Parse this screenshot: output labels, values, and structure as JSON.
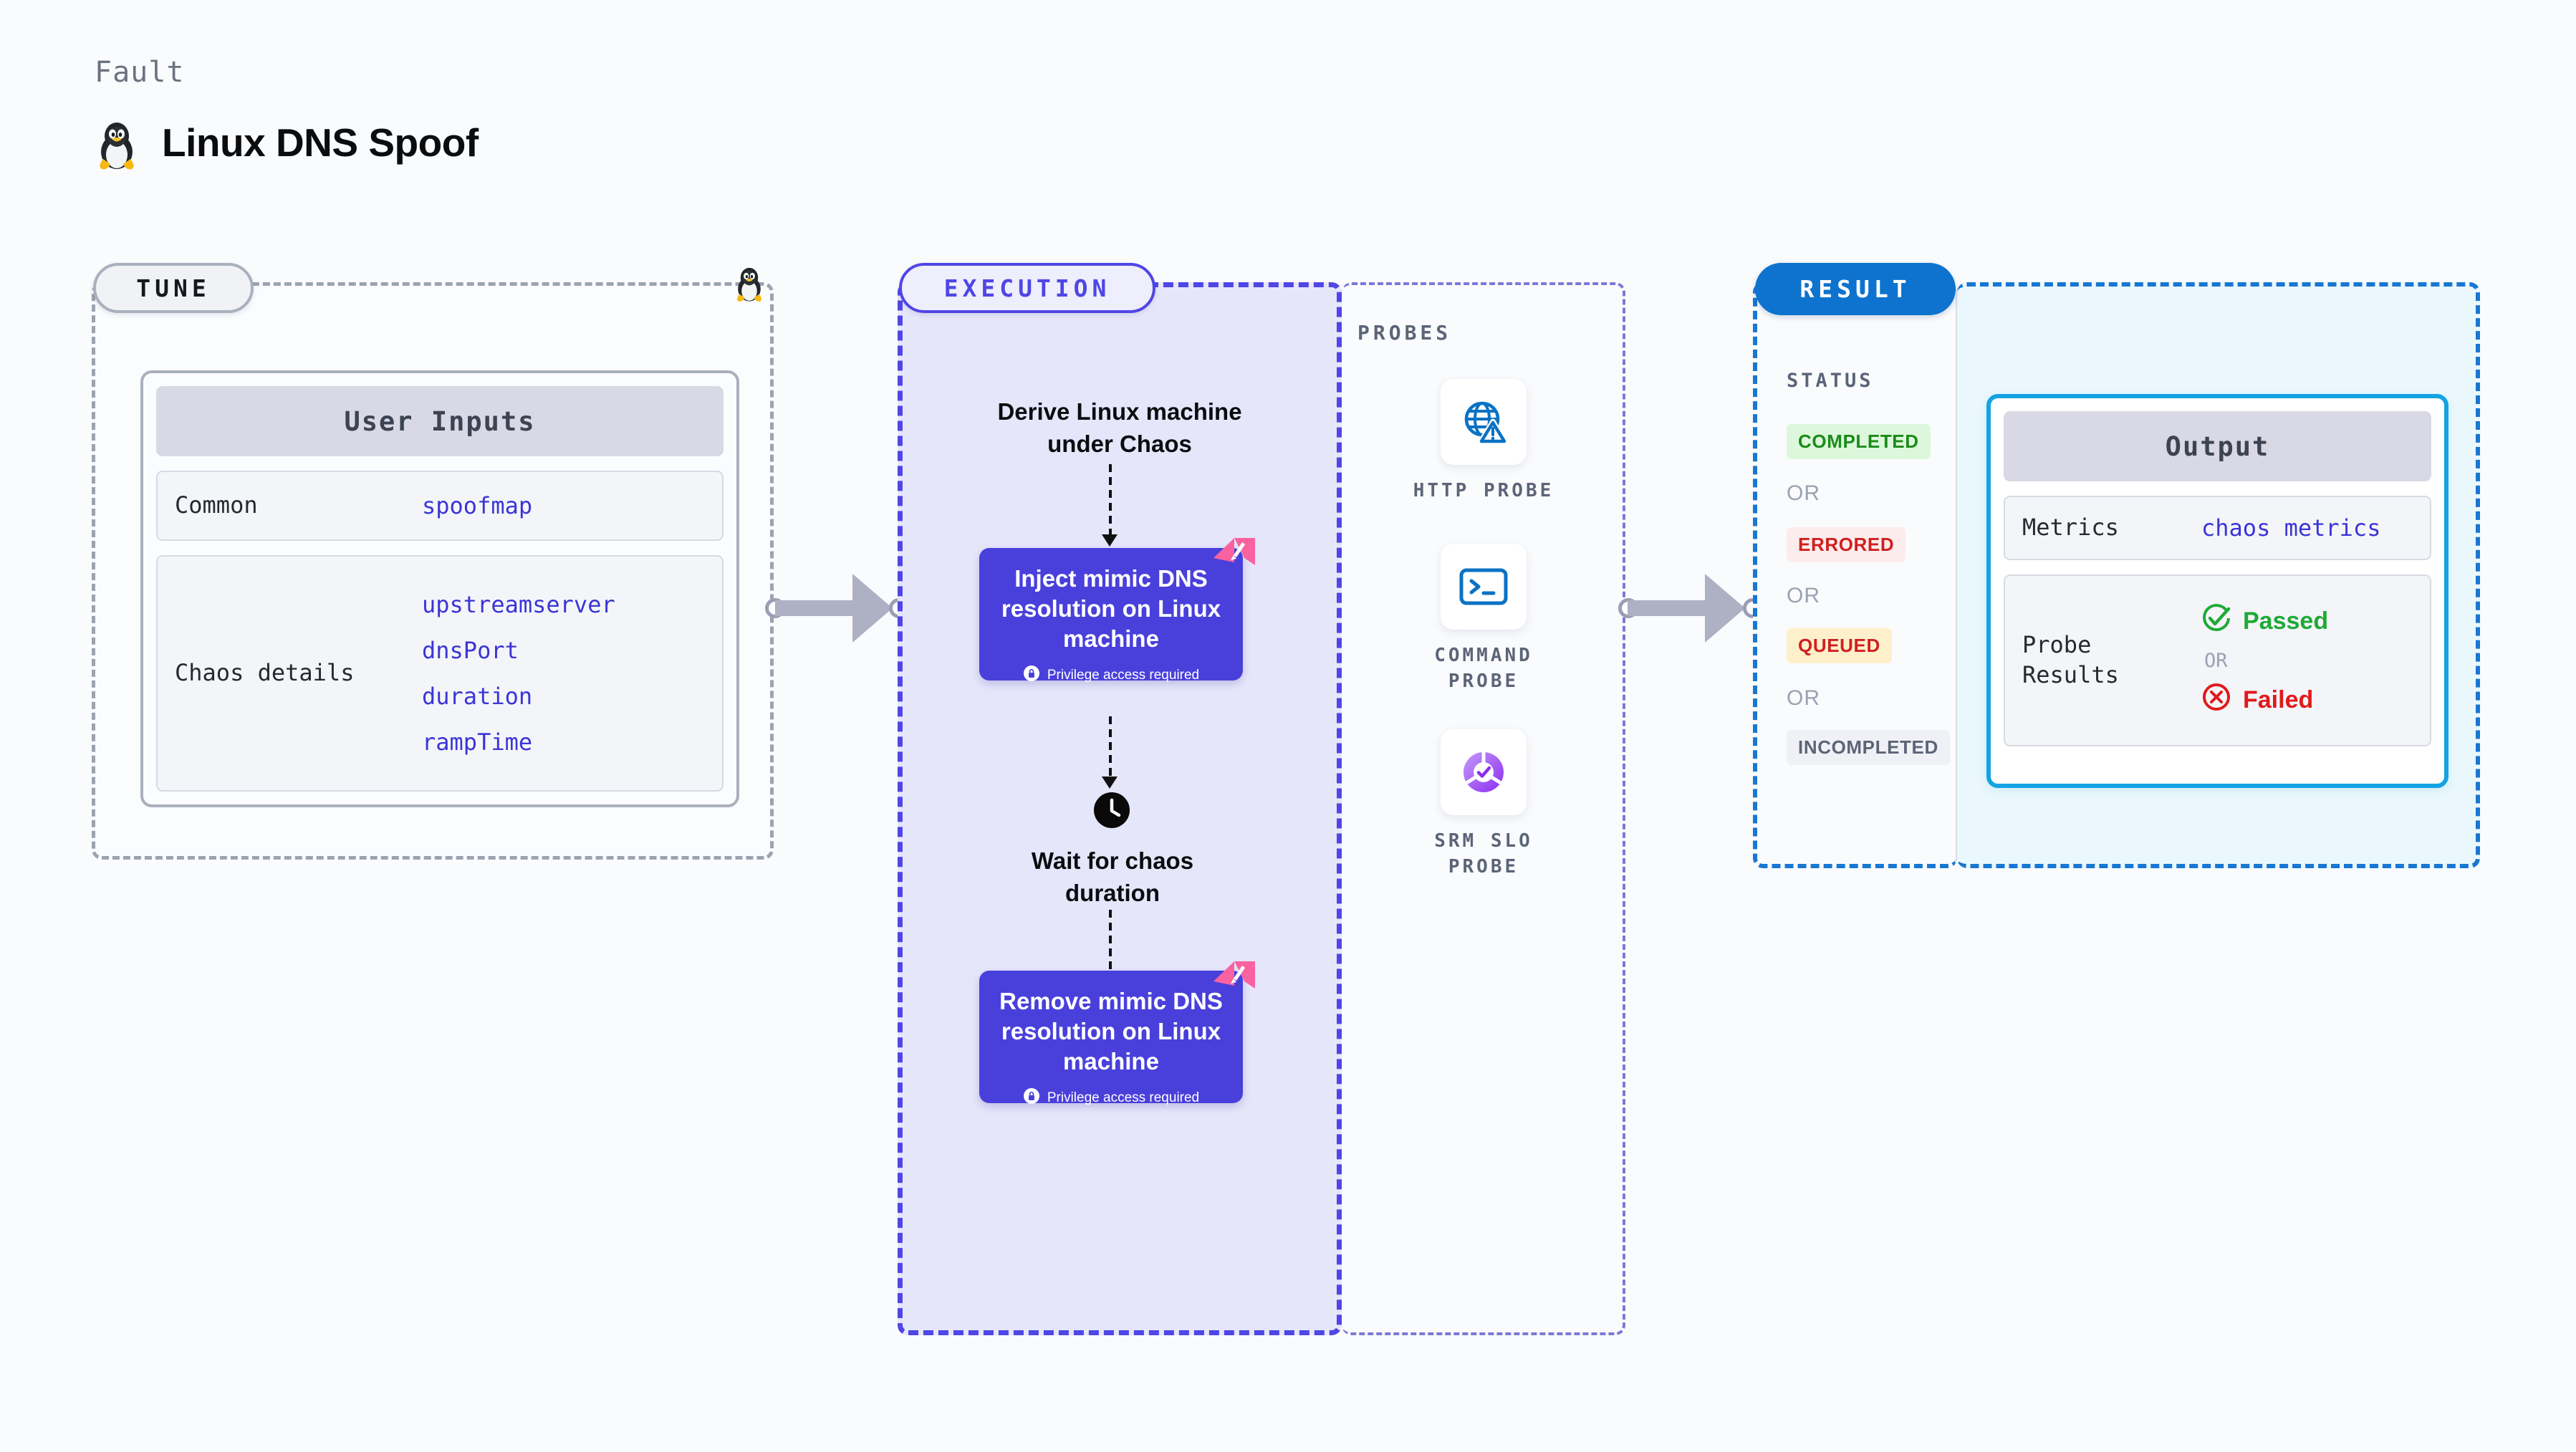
{
  "header": {
    "eyebrow": "Fault",
    "title": "Linux DNS Spoof",
    "icon": "tux-penguin-icon"
  },
  "tune": {
    "pill_label": "TUNE",
    "icon": "tux-penguin-icon",
    "card_title": "User Inputs",
    "rows": [
      {
        "label": "Common",
        "values": [
          "spoofmap"
        ]
      },
      {
        "label": "Chaos details",
        "values": [
          "upstreamserver",
          "dnsPort",
          "duration",
          "rampTime"
        ]
      }
    ]
  },
  "execution": {
    "pill_label": "EXECUTION",
    "steps": {
      "derive": "Derive Linux machine under Chaos",
      "inject_title": "Inject mimic DNS resolution on Linux machine",
      "inject_sub": "Privilege access required",
      "wait": "Wait for chaos duration",
      "remove_title": "Remove mimic DNS resolution on Linux machine",
      "remove_sub": "Privilege access required"
    },
    "badge_icon": "chaos-logo-icon",
    "lock_icon": "lock-icon",
    "clock_icon": "clock-icon"
  },
  "probes": {
    "label": "PROBES",
    "items": [
      {
        "name": "HTTP PROBE",
        "icon": "globe-warning-icon"
      },
      {
        "name": "COMMAND PROBE",
        "icon": "terminal-icon"
      },
      {
        "name": "SRM SLO PROBE",
        "icon": "slo-donut-check-icon"
      }
    ]
  },
  "result": {
    "pill_label": "RESULT",
    "status_label": "STATUS",
    "or_label": "OR",
    "statuses": [
      {
        "label": "COMPLETED",
        "bg": "#ddf7dc",
        "fg": "#1a8c18"
      },
      {
        "label": "ERRORED",
        "bg": "#fdecec",
        "fg": "#d01f1f"
      },
      {
        "label": "QUEUED",
        "bg": "#fdf0cb",
        "fg": "#cf2020"
      },
      {
        "label": "INCOMPLETED",
        "bg": "#f0f1f6",
        "fg": "#5c6478"
      }
    ],
    "output": {
      "card_title": "Output",
      "metrics_label": "Metrics",
      "metrics_value": "chaos metrics",
      "probe_results_label": "Probe Results",
      "passed_label": "Passed",
      "failed_label": "Failed",
      "or_label": "OR",
      "passed_icon": "check-circle-icon",
      "failed_icon": "x-circle-icon"
    }
  },
  "colors": {
    "execution_accent": "#4f46e5",
    "result_accent": "#0d73ce",
    "output_accent": "#14a3e3",
    "value_blue": "#3b35d6",
    "chaos_pink": "#f9629f",
    "passed_green": "#1faa35",
    "failed_red": "#e01b1b"
  }
}
